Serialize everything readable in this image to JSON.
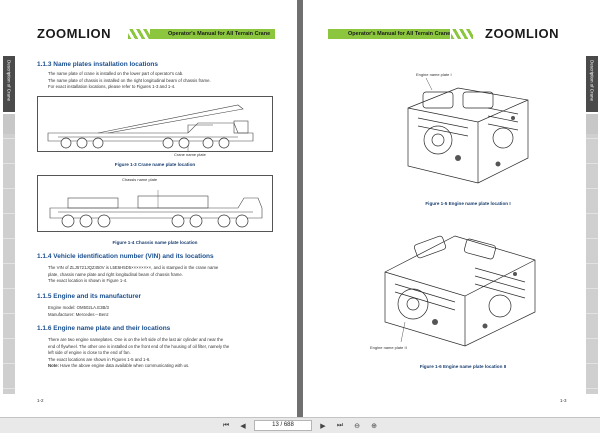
{
  "brand": "ZOOMLION",
  "manual_title": "Operator's Manual for All Terrain Crane",
  "side_tab_label": "Description of Crane",
  "left_page": {
    "page_number": "1-2",
    "section_113": {
      "title": "1.1.3 Name plates installation locations",
      "lines": [
        "The name plate of crane is installed on the lower part of operator's cab.",
        "The name plate of chassis is installed on the right longitudinal beam of chassis frame.",
        "For exact installation locations, please refer to Figures 1-3 and 1-4."
      ]
    },
    "figure_13": {
      "label": "Crane name plate",
      "caption": "Figure 1-3    Crane name plate location"
    },
    "figure_14": {
      "label": "Chassis name plate",
      "caption": "Figure 1-4    Chassis name plate location"
    },
    "section_114": {
      "title": "1.1.4 Vehicle identification number (VIN) and its locations",
      "lines": [
        "The VIN of ZLJ5721JQZ450V is L5E6H5D5××××××××, and is stamped in the crane name",
        "plate, chassis name plate and right longitudinal beam of chassis frame.",
        "The exact location is shown in Figure 1-4."
      ]
    },
    "section_115": {
      "title": "1.1.5 Engine and its manufacturer",
      "lines": [
        "Engine model: OM502LA.E3B/3",
        "Manufacturer: Mercedes－Benz"
      ]
    },
    "section_116": {
      "title": "1.1.6 Engine name plate and their locations",
      "lines": [
        "There are two engine nameplates. One is on the left side of the last air cylinder and near the",
        "end of flywheel. The other one is installed on the front end of the housing of oil filter, namely the",
        "left side of engine is close to the end of fan.",
        "The exact locations are shown in Figures 1-5 and 1-6."
      ],
      "note_label": "Note:",
      "note_text": " Have the above engine data available when communicating with us."
    }
  },
  "right_page": {
    "page_number": "1-3",
    "figure_15": {
      "label": "Engine name plate I",
      "caption": "Figure 1-5    Engine name plate location I"
    },
    "figure_16": {
      "label": "Engine name plate II",
      "caption": "Figure 1-6    Engine name plate location II"
    }
  },
  "toolbar": {
    "first_icon": "⏮",
    "prev_icon": "◀",
    "page_indicator": "13 / 688",
    "next_icon": "▶",
    "last_icon": "⏭",
    "zoom_out_icon": "⊖",
    "zoom_in_icon": "⊕"
  },
  "colors": {
    "accent_green": "#8cc63f",
    "heading_blue": "#1a4f8f",
    "viewer_bg": "#6f6f6f"
  }
}
